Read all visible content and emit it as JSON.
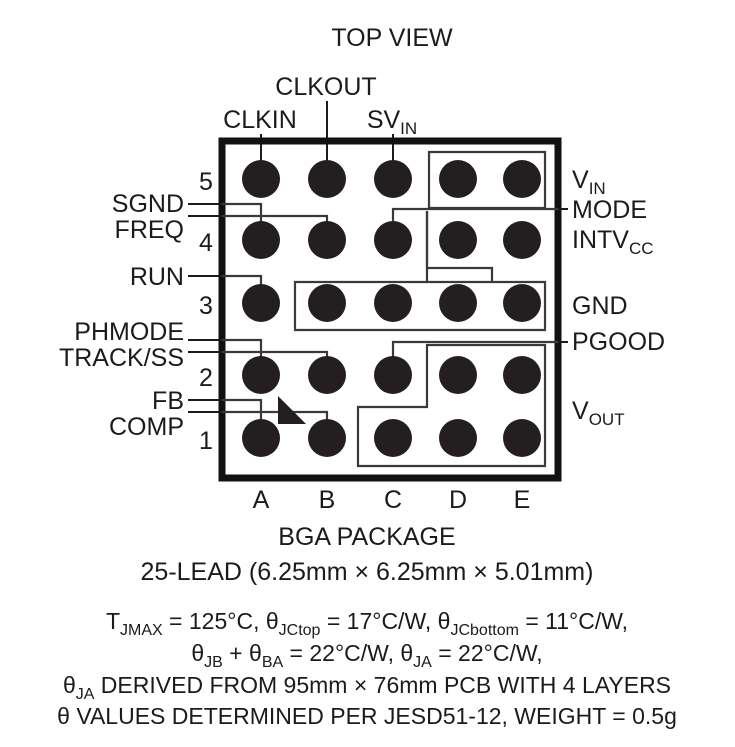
{
  "title": "TOP VIEW",
  "package": {
    "name_line": "BGA PACKAGE",
    "spec_line": "25-LEAD (6.25mm × 6.25mm × 5.01mm)"
  },
  "columns": [
    "A",
    "B",
    "C",
    "D",
    "E"
  ],
  "rows": [
    "5",
    "4",
    "3",
    "2",
    "1"
  ],
  "top_labels": [
    {
      "text": "CLKIN",
      "sub": ""
    },
    {
      "text": "CLKOUT",
      "sub": ""
    },
    {
      "text": "SV",
      "sub": "IN"
    }
  ],
  "left_labels": [
    {
      "text": "SGND",
      "sub": ""
    },
    {
      "text": "FREQ",
      "sub": ""
    },
    {
      "text": "RUN",
      "sub": ""
    },
    {
      "text": "PHMODE",
      "sub": ""
    },
    {
      "text": "TRACK/SS",
      "sub": ""
    },
    {
      "text": "FB",
      "sub": ""
    },
    {
      "text": "COMP",
      "sub": ""
    }
  ],
  "right_labels": [
    {
      "text": "V",
      "sub": "IN"
    },
    {
      "text": "MODE",
      "sub": ""
    },
    {
      "text": "INTV",
      "sub": "CC"
    },
    {
      "text": "GND",
      "sub": ""
    },
    {
      "text": "PGOOD",
      "sub": ""
    },
    {
      "text": "V",
      "sub": "OUT"
    }
  ],
  "thermal_notes": [
    {
      "id": "line1",
      "segments": [
        {
          "t": "T",
          "sub": "JMAX"
        },
        {
          "t": " = 125°C, ",
          "sub": ""
        },
        {
          "t": "θ",
          "sub": "JCtop"
        },
        {
          "t": " = 17°C/W, ",
          "sub": ""
        },
        {
          "t": "θ",
          "sub": "JCbottom"
        },
        {
          "t": " = 11°C/W,",
          "sub": ""
        }
      ]
    },
    {
      "id": "line2",
      "segments": [
        {
          "t": "θ",
          "sub": "JB"
        },
        {
          "t": " + ",
          "sub": ""
        },
        {
          "t": "θ",
          "sub": "BA"
        },
        {
          "t": " = 22°C/W, ",
          "sub": ""
        },
        {
          "t": "θ",
          "sub": "JA"
        },
        {
          "t": " = 22°C/W,",
          "sub": ""
        }
      ]
    },
    {
      "id": "line3",
      "segments": [
        {
          "t": "θ",
          "sub": "JA"
        },
        {
          "t": " DERIVED FROM 95mm × 76mm PCB WITH 4 LAYERS",
          "sub": ""
        }
      ]
    },
    {
      "id": "line4",
      "segments": [
        {
          "t": "θ",
          "sub": ""
        },
        {
          "t": " VALUES DETERMINED PER JESD51-12, WEIGHT = 0.5g",
          "sub": ""
        }
      ]
    }
  ],
  "colors": {
    "ink": "#231f20",
    "outline": "#111111",
    "trace": "#3a3a3a",
    "background": "#ffffff"
  },
  "geometry": {
    "ball_radius": 19,
    "col_x": [
      261,
      327,
      393,
      458,
      522
    ],
    "row_y": [
      179,
      240,
      303,
      375,
      438
    ]
  }
}
